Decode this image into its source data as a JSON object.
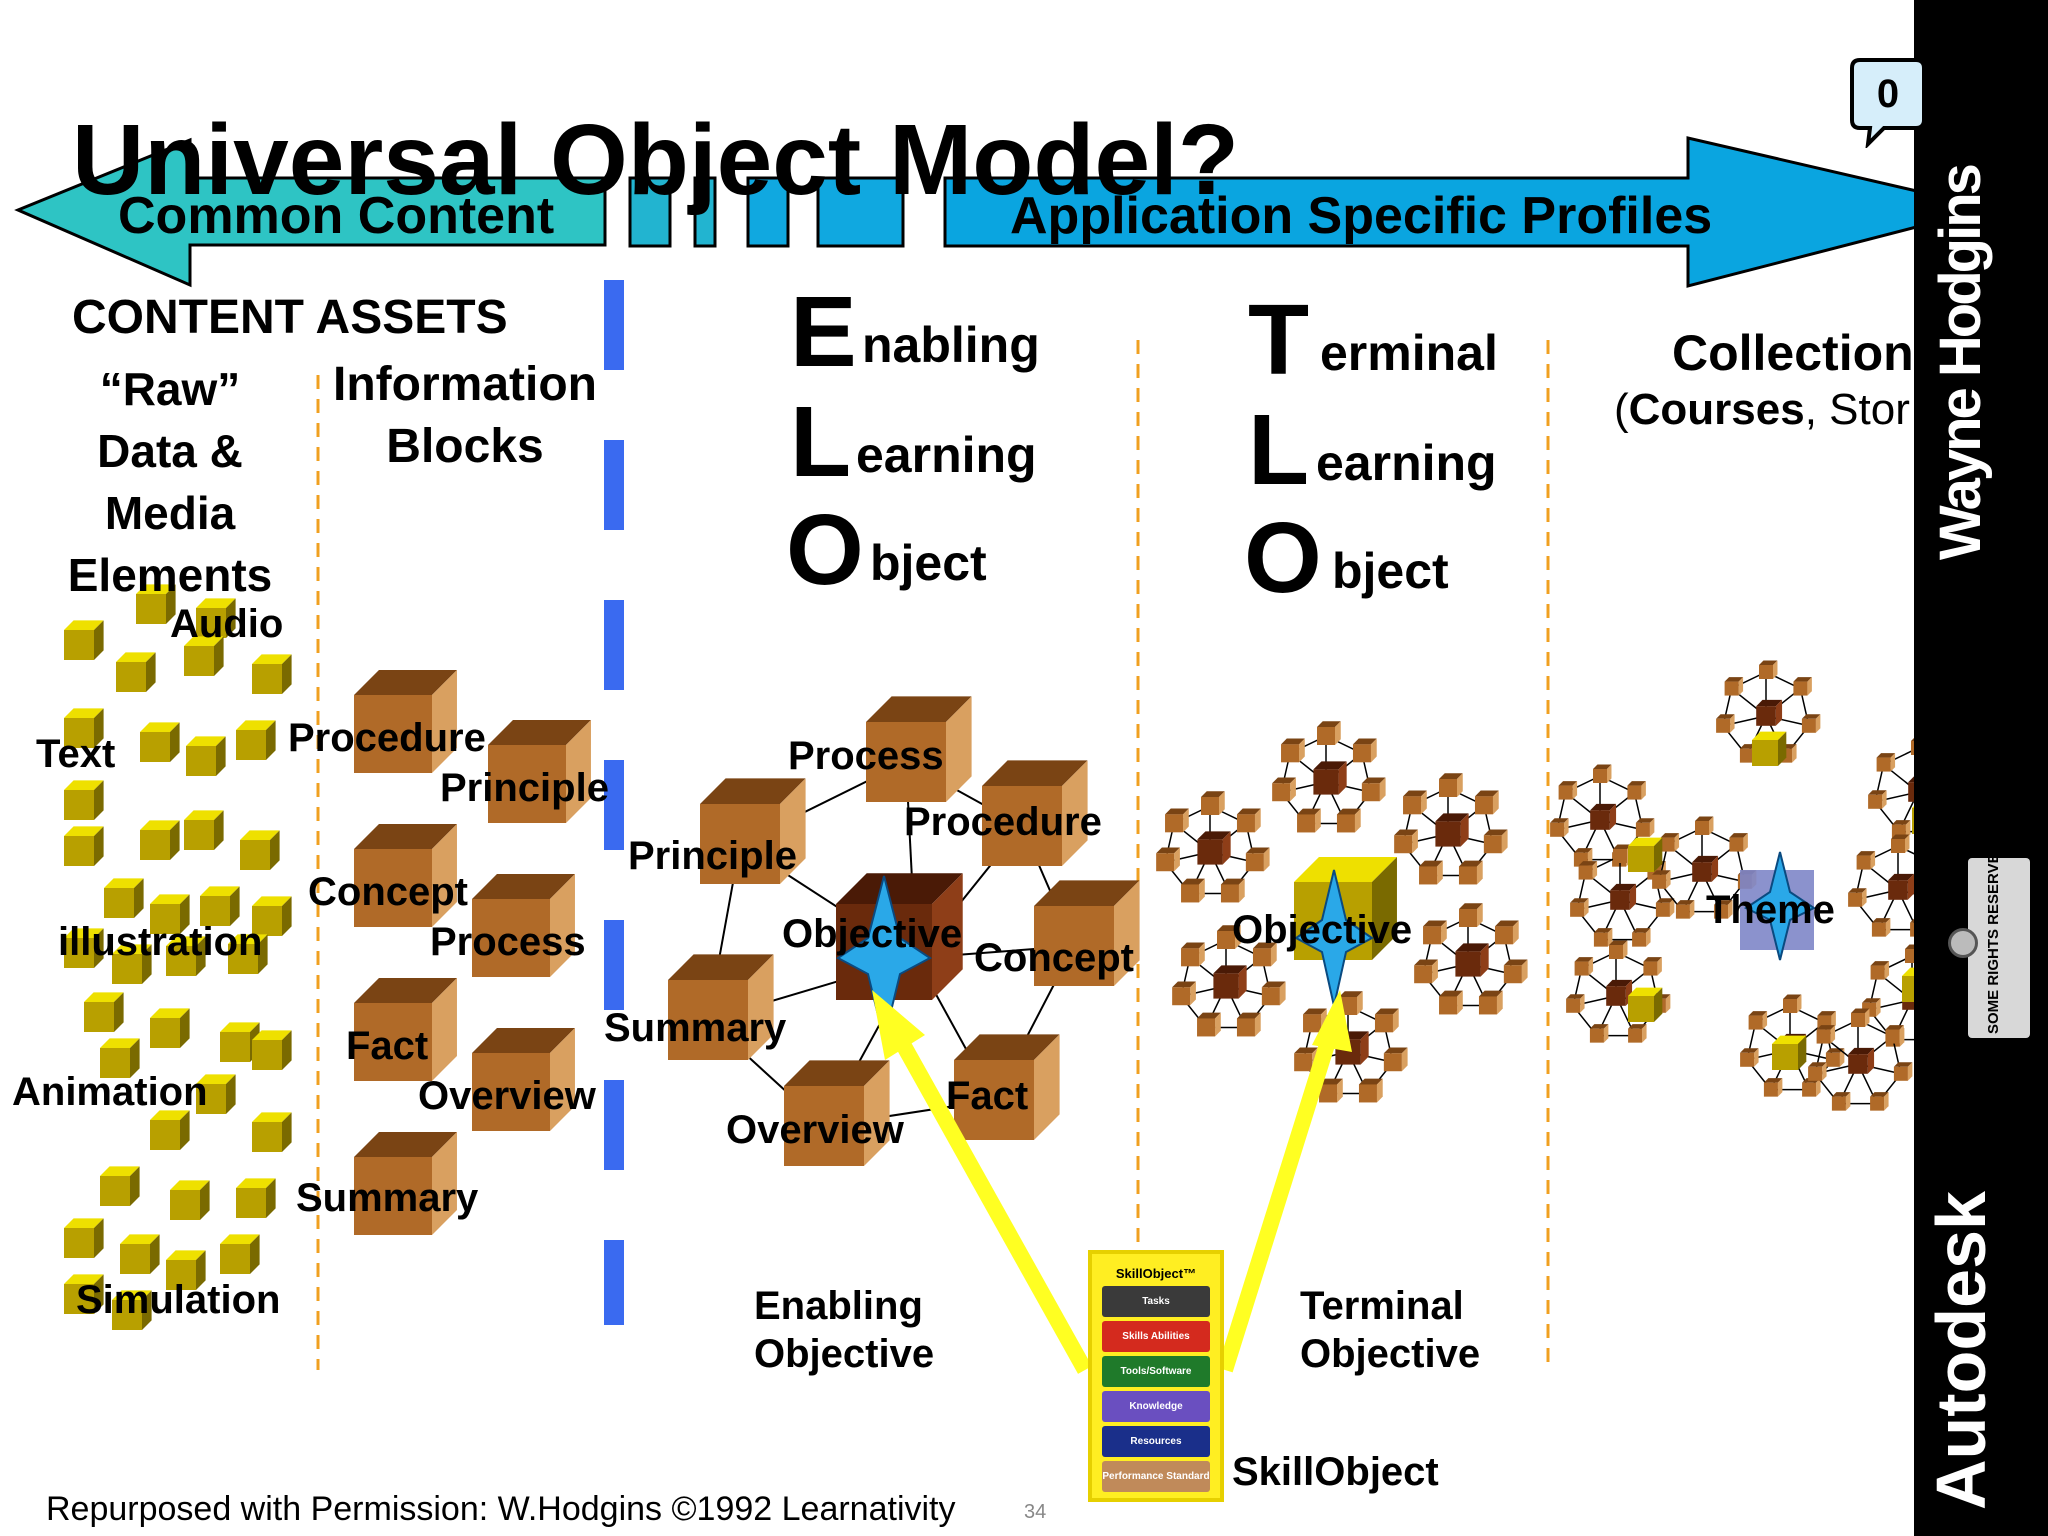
{
  "title": "Universal Object Model?",
  "banner": {
    "left_label": "Common Content",
    "right_label": "Application Specific Profiles",
    "colors": {
      "left": "#2ec4c4",
      "right": "#0aa5e0",
      "outline": "#000000"
    }
  },
  "columns": {
    "content_assets": {
      "heading": "CONTENT ASSETS",
      "raw_lines": [
        "“Raw”",
        "Data &",
        "Media",
        "Elements"
      ],
      "info_lines": [
        "Information",
        "Blocks"
      ]
    },
    "elo": {
      "letters": [
        "E",
        "L",
        "O"
      ],
      "rest": [
        "nabling",
        "earning",
        "bject"
      ],
      "caption_lines": [
        "Enabling",
        "Objective"
      ]
    },
    "tlo": {
      "letters": [
        "T",
        "L",
        "O"
      ],
      "rest": [
        "erminal",
        "earning",
        "bject"
      ],
      "caption_lines": [
        "Terminal",
        "Objective"
      ]
    },
    "collection": {
      "heading": "Collection",
      "sub_open": "(",
      "sub_bold": "Courses",
      "sub_rest": ", Stor"
    }
  },
  "media_labels": [
    "Audio",
    "Text",
    "illustration",
    "Animation",
    "Simulation"
  ],
  "info_block_labels": [
    "Procedure",
    "Principle",
    "Concept",
    "Process",
    "Fact",
    "Overview",
    "Summary"
  ],
  "elo_nodes": [
    "Process",
    "Procedure",
    "Principle",
    "Objective",
    "Concept",
    "Summary",
    "Overview",
    "Fact"
  ],
  "tlo_center": "Objective",
  "collection_center": "Theme",
  "skillobject": {
    "title": "SkillObject™",
    "layers": [
      {
        "label": "Tasks",
        "color": "#3a3a3a"
      },
      {
        "label": "Skills Abilities",
        "color": "#d42a1e"
      },
      {
        "label": "Tools/Software",
        "color": "#1f7a2a"
      },
      {
        "label": "Knowledge",
        "color": "#6a4fc0"
      },
      {
        "label": "Resources",
        "color": "#1a2f8a"
      },
      {
        "label": "Performance Standard",
        "color": "#c08a5a"
      }
    ],
    "caption": "SkillObject"
  },
  "footer": {
    "credit": "Repurposed with Permission: W.Hodgins ©1992 Learnativity",
    "page_number": "34"
  },
  "sidebar": {
    "top_text": "Wayne Hodgins",
    "middle_text": "SOME RIGHTS RESERVED",
    "bottom_text": "Autodesk"
  },
  "comment_badge": "0"
}
